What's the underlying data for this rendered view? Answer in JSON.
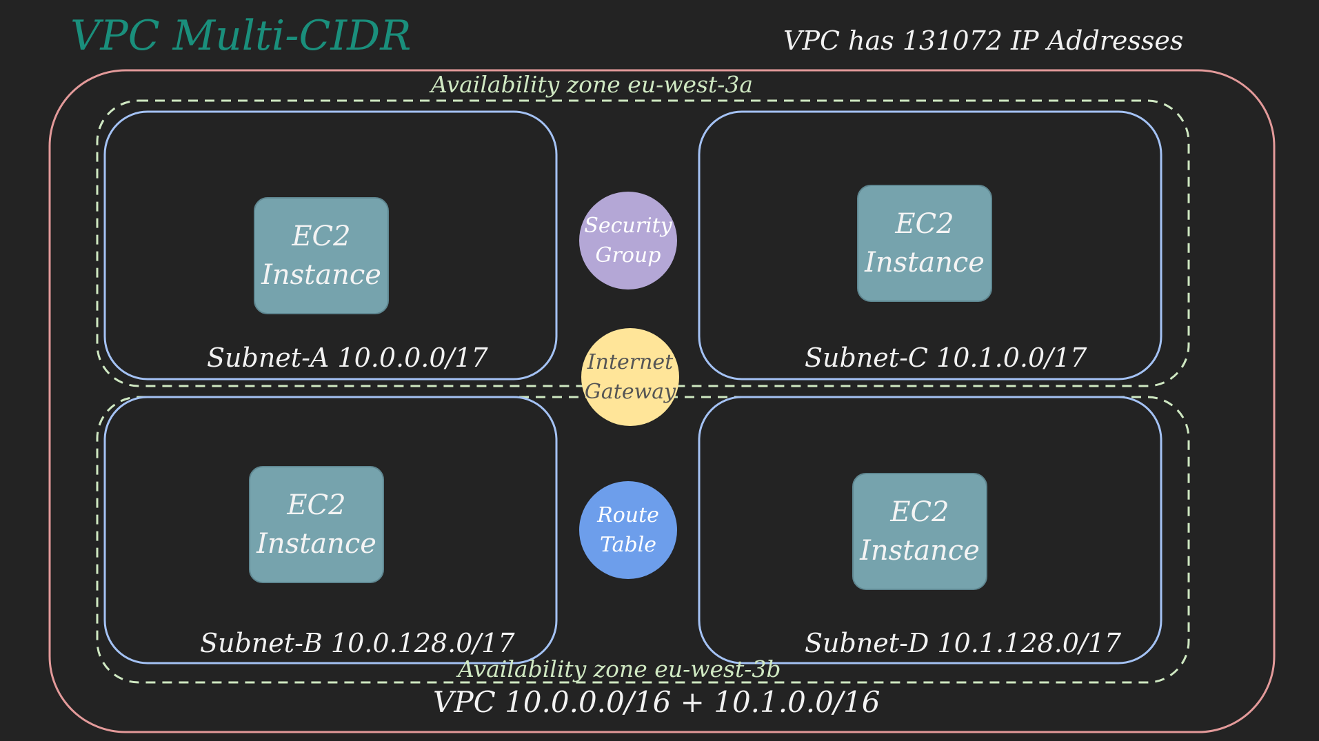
{
  "diagram": {
    "title": "VPC Multi-CIDR",
    "vpc_ip_count_text": "VPC has 131072 IP Addresses",
    "vpc_cidr_text": "VPC 10.0.0.0/16 + 10.1.0.0/16",
    "availability_zones": [
      {
        "label": "Availability zone eu-west-3a"
      },
      {
        "label": "Availability zone eu-west-3b"
      }
    ],
    "subnets": [
      {
        "label": "Subnet-A 10.0.0.0/17"
      },
      {
        "label": "Subnet-C 10.1.0.0/17"
      },
      {
        "label": "Subnet-B 10.0.128.0/17"
      },
      {
        "label": "Subnet-D 10.1.128.0/17"
      }
    ],
    "ec2": {
      "line1": "EC2",
      "line2": "Instance"
    },
    "security_group": {
      "line1": "Security",
      "line2": "Group"
    },
    "internet_gateway": {
      "line1": "Internet",
      "line2": "Gateway"
    },
    "route_table": {
      "line1": "Route",
      "line2": "Table"
    },
    "colors": {
      "background": "#232323",
      "title": "#1a8f7c",
      "vpc_border": "#e39a9a",
      "az_border": "#cfe8c2",
      "subnet_border": "#a4c2f4",
      "ec2_fill": "#76a3ad",
      "security_group_fill": "#b4a7d6",
      "internet_gateway_fill": "#ffe599",
      "route_table_fill": "#6d9eeb"
    }
  }
}
